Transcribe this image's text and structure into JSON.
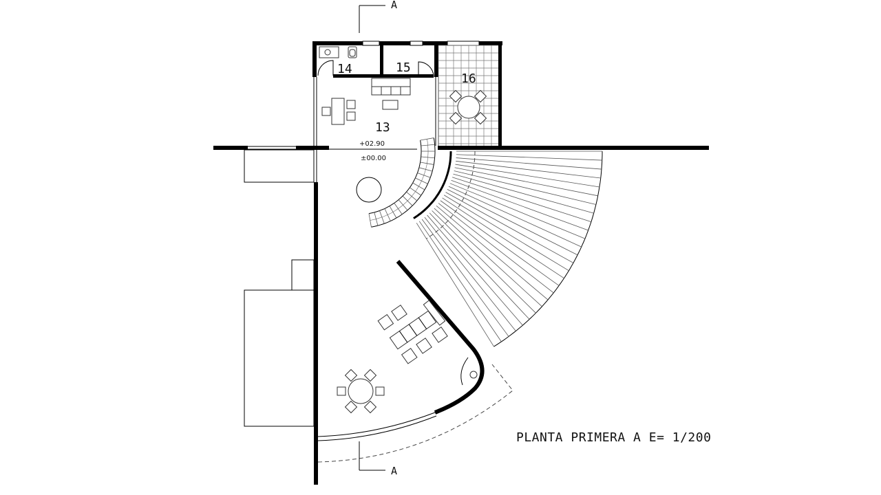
{
  "rooms": {
    "r13": "13",
    "r14": "14",
    "r15": "15",
    "r16": "16"
  },
  "levels": {
    "upper": "+02.90",
    "ground": "±00.00"
  },
  "section_marks": {
    "top": "A",
    "bottom": "A"
  },
  "title": "PLANTA PRIMERA A E= 1/200",
  "colors": {
    "wall": "#000000",
    "line": "#333333",
    "background": "#ffffff"
  }
}
